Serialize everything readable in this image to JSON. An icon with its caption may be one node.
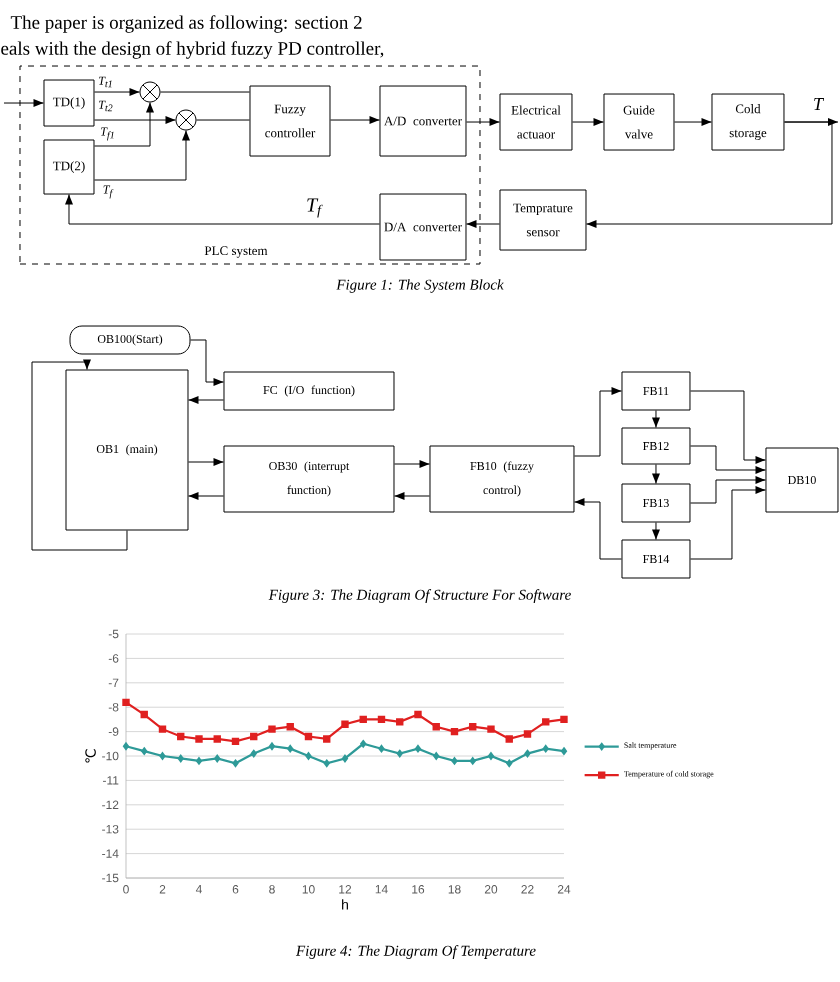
{
  "diagram": {
    "nodes": [
      {
        "text": [
          "PLC system"
        ]
      },
      {
        "text": [
          "TD(1)"
        ],
        "in": 0
      },
      {
        "text": [
          "TD(2)"
        ],
        "in": 0
      },
      {
        "text": [],
        "shape": "circle",
        "in": 0
      },
      {
        "text": [],
        "shape": "circle",
        "in": 0
      },
      {
        "text": [
          "Fuzzy controller"
        ],
        "in": 0
      },
      {
        "text": [
          "A/D converter"
        ],
        "in": 0
      },
      {
        "text": [
          "D/A converter"
        ],
        "in": 0
      },
      {
        "text": [
          "Electrical actuaor"
        ]
      },
      {
        "text": [
          "Guide valve"
        ]
      },
      {
        "text": [
          "Cold storage"
        ]
      },
      {
        "text": [
          "Temprature sensor"
        ]
      },
      {
        "text": [
          "OB100(Start)"
        ]
      },
      {
        "text": [
          "OB1 (main)"
        ]
      },
      {
        "text": [
          "FC (I/O function)"
        ]
      },
      {
        "text": [
          "OB30 (interrupt function)"
        ]
      },
      {
        "text": [
          "FB10 (fuzzy control)"
        ]
      },
      {
        "text": [
          "FB11"
        ]
      },
      {
        "text": [
          "FB12"
        ]
      },
      {
        "text": [
          "FB13"
        ]
      },
      {
        "text": [
          "FB14"
        ]
      },
      {
        "text": [
          "DB10"
        ]
      }
    ],
    "edges": [
      {
        "from": null,
        "to": 1,
        "arrow": "to"
      },
      {
        "from": 1,
        "to": 3,
        "arrow": "to",
        "label": "T$_{t1}$"
      },
      {
        "from": 1,
        "to": 4,
        "arrow": "to",
        "label": "T$_{t2}$"
      },
      {
        "from": 2,
        "to": 3,
        "arrow": "to",
        "label": "T$_{f1}$"
      },
      {
        "from": 2,
        "to": 4,
        "arrow": "to",
        "label": "T$_{f}$"
      },
      {
        "from": 3,
        "to": 5,
        "arrow": "none"
      },
      {
        "from": 4,
        "to": 5,
        "arrow": "none"
      },
      {
        "from": 5,
        "to": 6,
        "arrow": "to"
      },
      {
        "from": 6,
        "to": 8,
        "arrow": "to"
      },
      {
        "from": 8,
        "to": 9,
        "arrow": "to"
      },
      {
        "from": 9,
        "to": 10,
        "arrow": "to"
      },
      {
        "from": 10,
        "to": null,
        "arrow": "to",
        "label": "T"
      },
      {
        "from": 10,
        "to": 11,
        "arrow": "to"
      },
      {
        "from": 11,
        "to": 7,
        "arrow": "to"
      },
      {
        "from": 7,
        "to": 2,
        "arrow": "to",
        "label": "T$_{f}$"
      },
      {
        "from": 12,
        "to": 14,
        "arrow": "to"
      },
      {
        "from": 13,
        "to": 13,
        "arrow": "to"
      },
      {
        "from": 14,
        "to": 13,
        "arrow": "to"
      },
      {
        "from": 13,
        "to": 15,
        "arrow": "to"
      },
      {
        "from": 15,
        "to": 13,
        "arrow": "to"
      },
      {
        "from": 15,
        "to": 16,
        "arrow": "to"
      },
      {
        "from": 16,
        "to": 15,
        "arrow": "to"
      },
      {
        "from": 16,
        "to": 17,
        "arrow": "to"
      },
      {
        "from": 17,
        "to": 18,
        "arrow": "to"
      },
      {
        "from": 18,
        "to": 19,
        "arrow": "to"
      },
      {
        "from": 19,
        "to": 20,
        "arrow": "to"
      },
      {
        "from": 20,
        "to": 16,
        "arrow": "to"
      },
      {
        "from": 17,
        "to": 21,
        "arrow": "to"
      },
      {
        "from": 18,
        "to": 21,
        "arrow": "to"
      },
      {
        "from": 19,
        "to": 21,
        "arrow": "to"
      },
      {
        "from": 20,
        "to": 21,
        "arrow": "to"
      }
    ],
    "labels": [
      "The paper is organized as following: section 2",
      "eals with the design of hybrid fuzzy PD controller,",
      "Figure 1: The System Block",
      "Figure 3: The Diagram Of Structure For Software",
      "Figure 4: The Diagram Of Temperature"
    ],
    "chart_data": {
      "type": "line",
      "xlabel": "h",
      "ylabel": "℃",
      "x": [
        0,
        1,
        2,
        3,
        4,
        5,
        6,
        7,
        8,
        9,
        10,
        11,
        12,
        13,
        14,
        15,
        16,
        17,
        18,
        19,
        20,
        21,
        22,
        23,
        24
      ],
      "series": [
        {
          "name": "Salt temperature",
          "color": "#2e9a98",
          "marker": "diamond",
          "values": [
            -9.6,
            -9.8,
            -10.0,
            -10.1,
            -10.2,
            -10.1,
            -10.3,
            -9.9,
            -9.6,
            -9.7,
            -10.0,
            -10.3,
            -10.1,
            -9.5,
            -9.7,
            -9.9,
            -9.7,
            -10.0,
            -10.2,
            -10.2,
            -10.0,
            -10.3,
            -9.9,
            -9.7,
            -9.8
          ]
        },
        {
          "name": "Temperature of cold storage",
          "color": "#e02020",
          "marker": "square",
          "values": [
            -7.8,
            -8.3,
            -8.9,
            -9.2,
            -9.3,
            -9.3,
            -9.4,
            -9.2,
            -8.9,
            -8.8,
            -9.2,
            -9.3,
            -8.7,
            -8.5,
            -8.5,
            -8.6,
            -8.3,
            -8.8,
            -9.0,
            -8.8,
            -8.9,
            -9.3,
            -9.1,
            -8.6,
            -8.5
          ]
        }
      ],
      "grid": true,
      "legend": "right",
      "xlim": [
        0,
        24
      ],
      "ylim": [
        -15,
        -5
      ],
      "xticks": [
        0,
        2,
        4,
        6,
        8,
        10,
        12,
        14,
        16,
        18,
        20,
        22,
        24
      ],
      "yticks": [
        -15,
        -14,
        -13,
        -12,
        -11,
        -10,
        -9,
        -8,
        -7,
        -6,
        -5
      ]
    }
  }
}
